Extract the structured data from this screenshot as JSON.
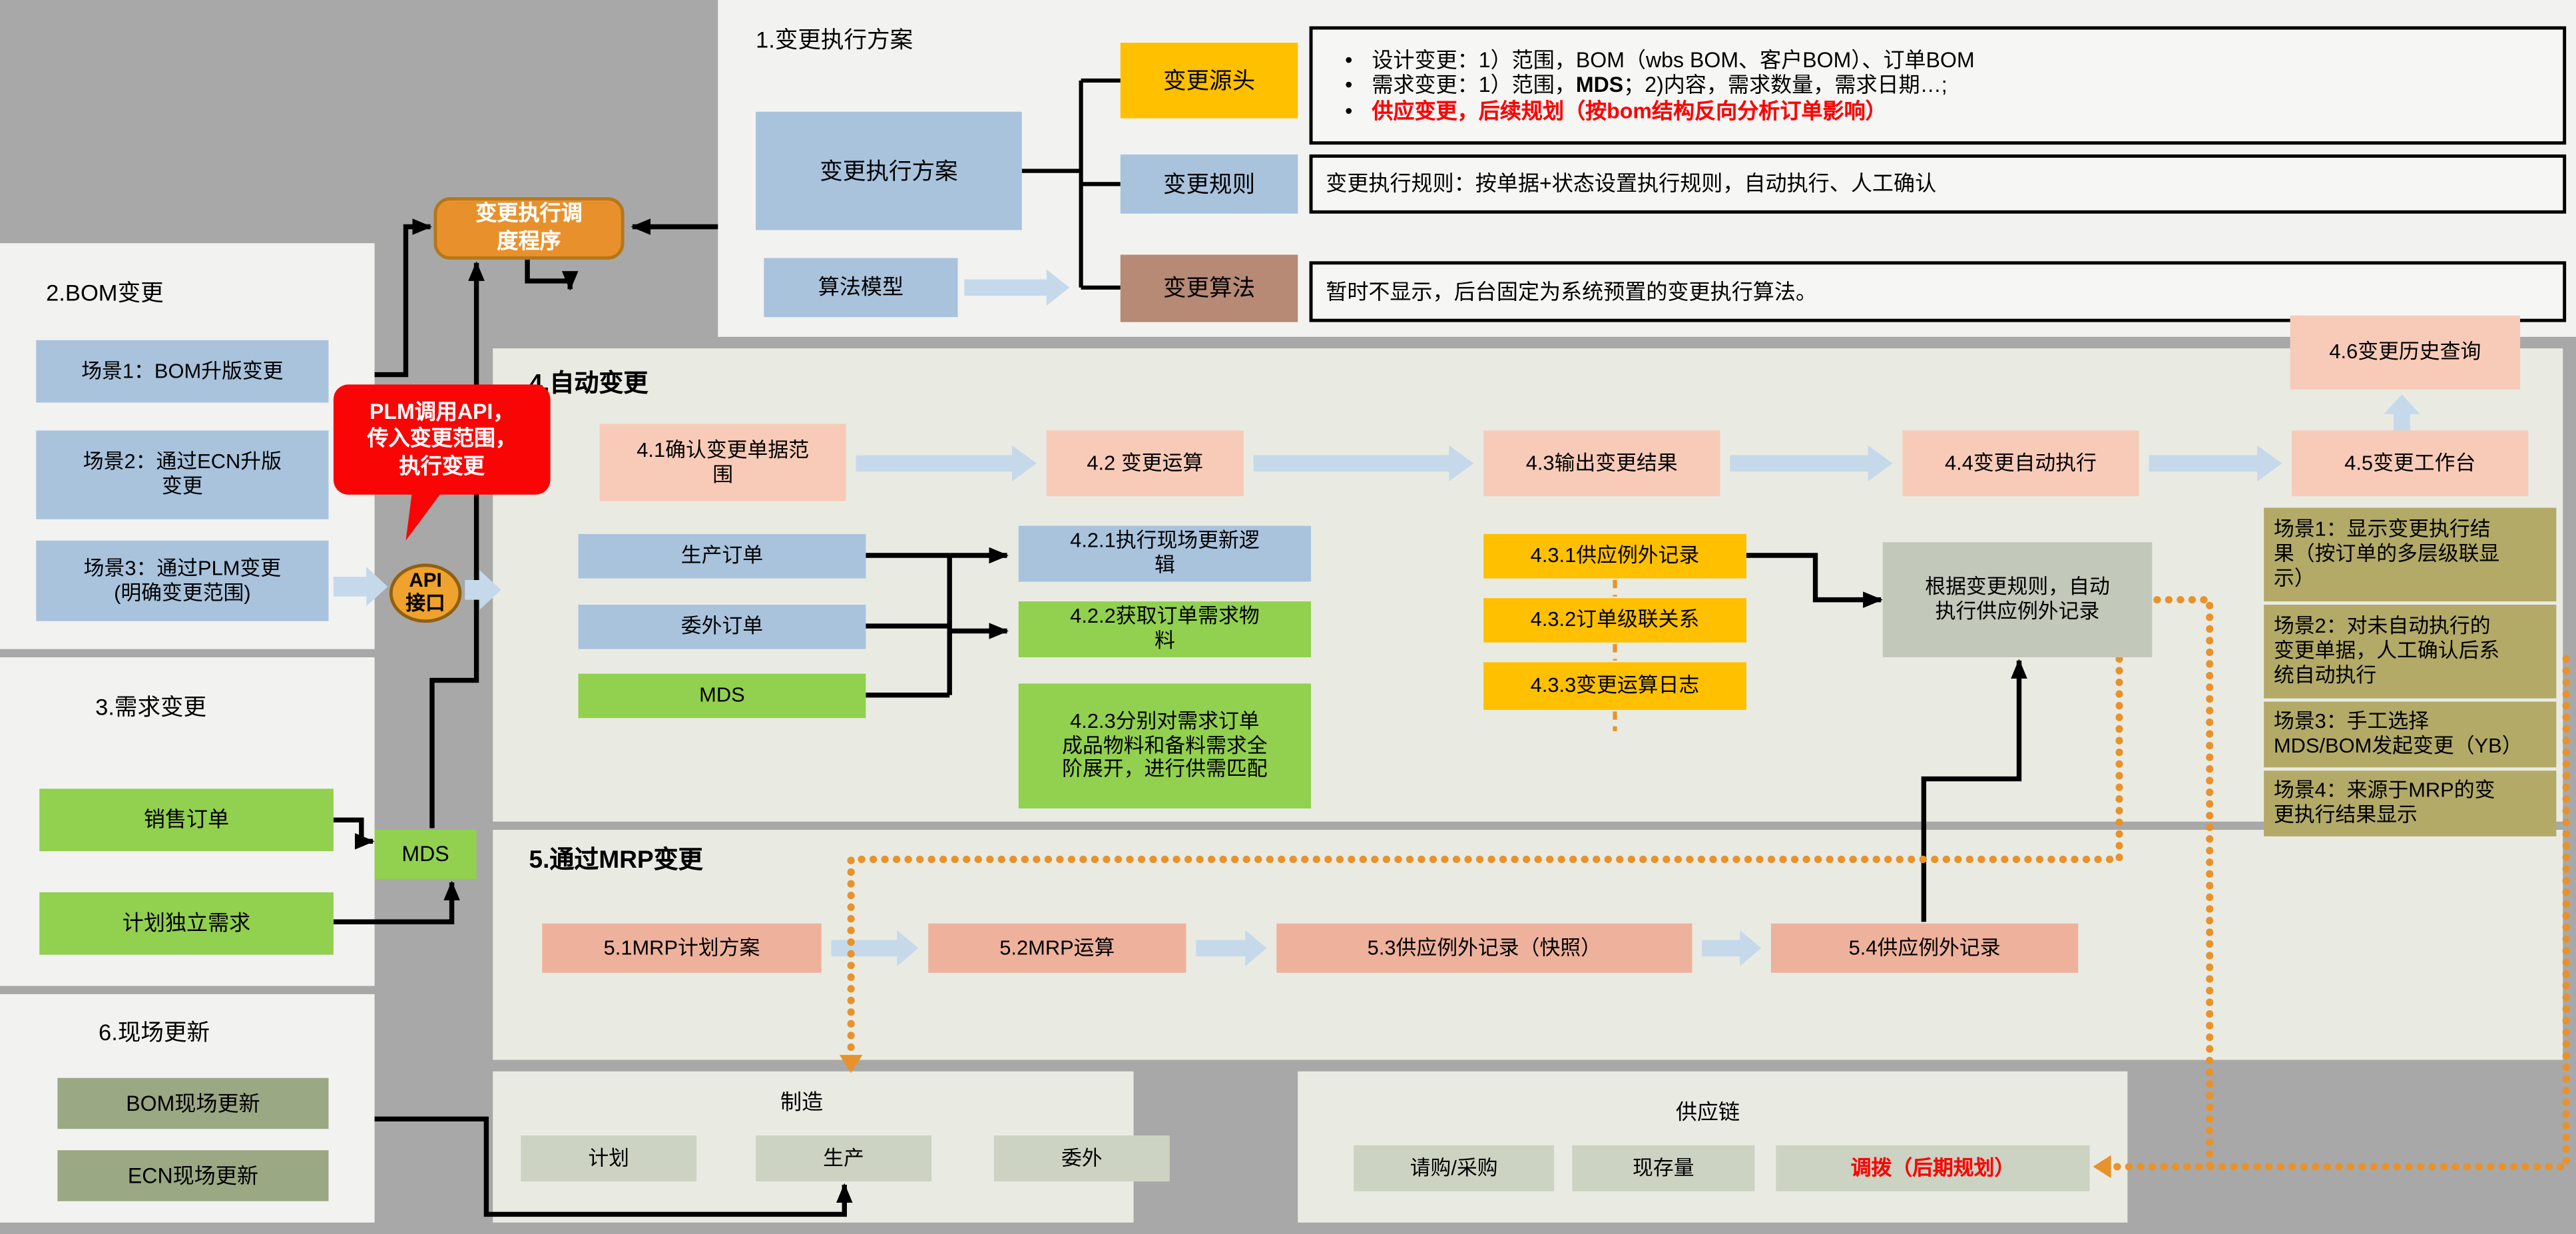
{
  "colors": {
    "bg": "#a8a8a8",
    "panel_light": "#f2f2f1",
    "panel_green": "#e9ebe3",
    "blue": "#a9c3dd",
    "green": "#92d050",
    "yellow": "#ffc000",
    "brown": "#b78a76",
    "pink": "#f8cbb8",
    "salmon": "#eeb29c",
    "sage": "#ccd3c3",
    "sage_dark": "#9aa884",
    "olive": "#b3aa68",
    "graygreen": "#c2c8ba",
    "orange": "#e8912c",
    "red": "#fa0505",
    "arrow_blue": "#c5d9eb"
  },
  "p1": {
    "title": "1.变更执行方案",
    "plan": "变更执行方案",
    "algo_model": "算法模型",
    "source": "变更源头",
    "rule": "变更规则",
    "algorithm": "变更算法",
    "bullet_char": "•",
    "b1": "设计变更：1）范围，BOM（wbs BOM、客户BOM）、订单BOM",
    "b2_pre": "需求变更：1）范围，",
    "b2_bold": "MDS",
    "b2_post": "；2)内容，需求数量，需求日期…;",
    "b3": "供应变更，后续规划（按bom结构反向分析订单影响）",
    "rule_desc": "变更执行规则：按单据+状态设置执行规则，自动执行、人工确认",
    "algo_desc": "暂时不显示，后台固定为系统预置的变更执行算法。"
  },
  "p2": {
    "title": "2.BOM变更",
    "sc1": "场景1：BOM升版变更",
    "sc2": "场景2：通过ECN升版\n变更",
    "sc3": "场景3：通过PLM变更\n(明确变更范围)"
  },
  "p3": {
    "title": "3.需求变更",
    "i1": "销售订单",
    "i2": "计划独立需求",
    "mds": "MDS"
  },
  "p6": {
    "title": "6.现场更新",
    "i1": "BOM现场更新",
    "i2": "ECN现场更新"
  },
  "mid": {
    "scheduler": "变更执行调\n度程序",
    "plm_note": "PLM调用API，\n传入变更范围，\n执行变更",
    "api": "API\n接口"
  },
  "p4": {
    "title": "4.自动变更",
    "s41": "4.1确认变更单据范\n围",
    "s42": "4.2 变更运算",
    "s43": "4.3输出变更结果",
    "s44": "4.4变更自动执行",
    "s45": "4.5变更工作台",
    "s46": "4.6变更历史查询",
    "in1": "生产订单",
    "in2": "委外订单",
    "in3": "MDS",
    "s421": "4.2.1执行现场更新逻\n辑",
    "s422": "4.2.2获取订单需求物\n料",
    "s423": "4.2.3分别对需求订单\n成品物料和备料需求全\n阶展开，进行供需匹配",
    "s431": "4.3.1供应例外记录",
    "s432": "4.3.2订单级联关系",
    "s433": "4.3.3变更运算日志",
    "rule_exec": "根据变更规则，自动\n执行供应例外记录",
    "sc1": "场景1：显示变更执行结\n果（按订单的多层级联显\n示）",
    "sc2": "场景2：对未自动执行的\n变更单据，人工确认后系\n统自动执行",
    "sc3": "场景3：手工选择\nMDS/BOM发起变更（YB）",
    "sc4": "场景4：来源于MRP的变\n更执行结果显示"
  },
  "p5": {
    "title": "5.通过MRP变更",
    "s51": "5.1MRP计划方案",
    "s52": "5.2MRP运算",
    "s53": "5.3供应例外记录（快照）",
    "s54": "5.4供应例外记录"
  },
  "mfg": {
    "title": "制造",
    "i1": "计划",
    "i2": "生产",
    "i3": "委外"
  },
  "scm": {
    "title": "供应链",
    "i1": "请购/采购",
    "i2": "现存量",
    "i3": "调拨（后期规划）"
  }
}
